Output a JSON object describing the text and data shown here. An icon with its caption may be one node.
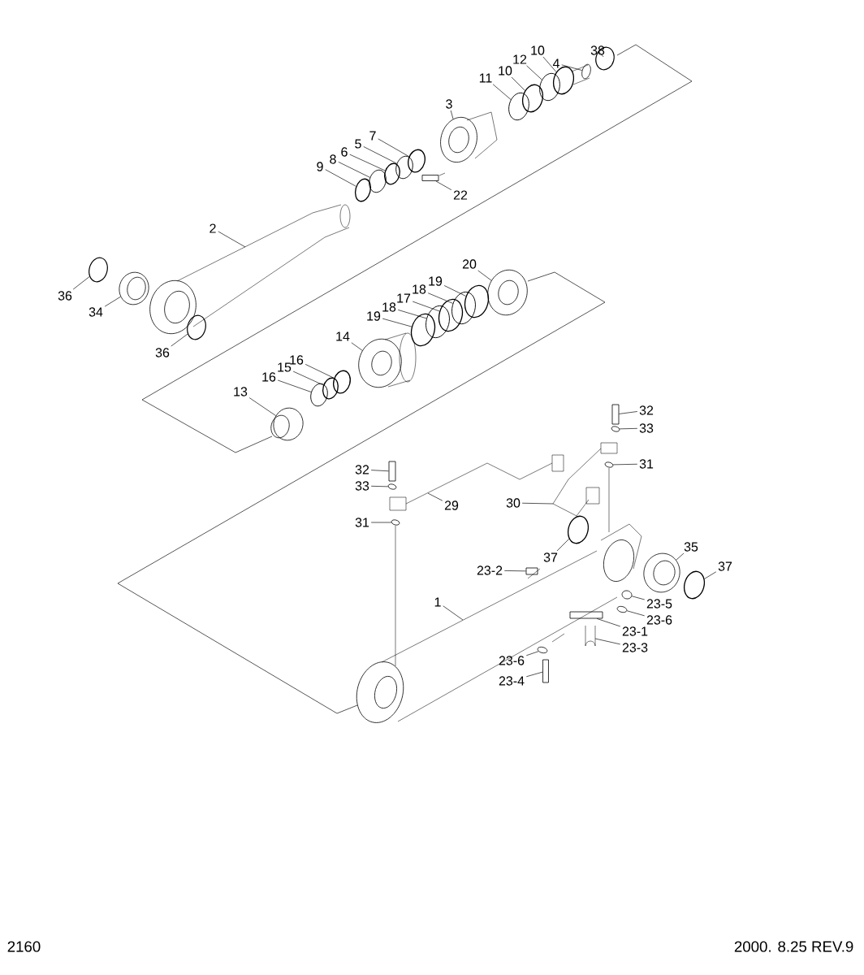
{
  "diagram": {
    "nodes": [
      {
        "text": [
          "38"
        ]
      },
      {
        "text": [
          "4"
        ]
      },
      {
        "text": [
          "10"
        ]
      },
      {
        "text": [
          "12"
        ]
      },
      {
        "text": [
          "10"
        ]
      },
      {
        "text": [
          "11"
        ]
      },
      {
        "text": [
          "3"
        ]
      },
      {
        "text": [
          "7"
        ]
      },
      {
        "text": [
          "5"
        ]
      },
      {
        "text": [
          "6"
        ]
      },
      {
        "text": [
          "8"
        ]
      },
      {
        "text": [
          "9"
        ]
      },
      {
        "text": [
          "22"
        ]
      },
      {
        "text": [
          "2"
        ]
      },
      {
        "text": [
          "36"
        ]
      },
      {
        "text": [
          "34"
        ]
      },
      {
        "text": [
          "36"
        ]
      },
      {
        "text": [
          "20"
        ]
      },
      {
        "text": [
          "19"
        ]
      },
      {
        "text": [
          "18"
        ]
      },
      {
        "text": [
          "17"
        ]
      },
      {
        "text": [
          "18"
        ]
      },
      {
        "text": [
          "19"
        ]
      },
      {
        "text": [
          "14"
        ]
      },
      {
        "text": [
          "16"
        ]
      },
      {
        "text": [
          "15"
        ]
      },
      {
        "text": [
          "16"
        ]
      },
      {
        "text": [
          "13"
        ]
      },
      {
        "text": [
          "32"
        ]
      },
      {
        "text": [
          "33"
        ]
      },
      {
        "text": [
          "31"
        ]
      },
      {
        "text": [
          "32"
        ]
      },
      {
        "text": [
          "33"
        ]
      },
      {
        "text": [
          "29"
        ]
      },
      {
        "text": [
          "30"
        ]
      },
      {
        "text": [
          "31"
        ]
      },
      {
        "text": [
          "37"
        ]
      },
      {
        "text": [
          "23-2"
        ]
      },
      {
        "text": [
          "35"
        ]
      },
      {
        "text": [
          "37"
        ]
      },
      {
        "text": [
          "1"
        ]
      },
      {
        "text": [
          "23-5"
        ]
      },
      {
        "text": [
          "23-6"
        ]
      },
      {
        "text": [
          "23-1"
        ]
      },
      {
        "text": [
          "23-3"
        ]
      },
      {
        "text": [
          "23-6"
        ]
      },
      {
        "text": [
          "23-4"
        ]
      },
      {
        "text": [],
        "shape": "circle"
      },
      {
        "text": [],
        "shape": "circle"
      },
      {
        "text": [],
        "shape": "circle"
      },
      {
        "text": [],
        "shape": "circle"
      },
      {
        "text": [],
        "shape": "circle"
      },
      {
        "text": [],
        "shape": "circle"
      },
      {
        "text": [],
        "shape": "circle"
      },
      {
        "text": [],
        "shape": "circle"
      },
      {
        "text": [],
        "shape": "circle"
      },
      {
        "text": [],
        "shape": "circle"
      },
      {
        "text": [],
        "shape": "circle"
      },
      {
        "text": [],
        "shape": "circle"
      },
      {
        "text": [],
        "shape": "box"
      },
      {
        "text": [],
        "shape": "circle"
      },
      {
        "text": [],
        "shape": "circle"
      },
      {
        "text": [],
        "shape": "circle"
      },
      {
        "text": [],
        "shape": "circle"
      },
      {
        "text": [],
        "shape": "circle"
      },
      {
        "text": [],
        "shape": "circle"
      },
      {
        "text": [],
        "shape": "circle"
      },
      {
        "text": [],
        "shape": "circle"
      },
      {
        "text": [],
        "shape": "circle"
      },
      {
        "text": [],
        "shape": "circle"
      },
      {
        "text": [],
        "shape": "circle"
      },
      {
        "text": [],
        "shape": "circle"
      },
      {
        "text": [],
        "shape": "circle"
      },
      {
        "text": [],
        "shape": "circle"
      },
      {
        "text": [],
        "shape": "bar"
      },
      {
        "text": [],
        "shape": "circle"
      },
      {
        "text": [],
        "shape": "circle"
      },
      {
        "text": [],
        "shape": "bar"
      },
      {
        "text": [],
        "shape": "circle"
      },
      {
        "text": [],
        "shape": "circle"
      },
      {
        "text": [],
        "shape": "circle"
      },
      {
        "text": [],
        "shape": "box"
      },
      {
        "text": [],
        "shape": "circle"
      },
      {
        "text": [],
        "shape": "circle"
      },
      {
        "text": [],
        "shape": "circle"
      },
      {
        "text": [],
        "shape": "circle"
      },
      {
        "text": [],
        "shape": "box"
      },
      {
        "text": [],
        "shape": "circle"
      },
      {
        "text": [],
        "shape": "bar"
      }
    ],
    "edges": [
      {
        "from": 0,
        "to": 47,
        "arrow": "none"
      },
      {
        "from": 1,
        "to": 48,
        "arrow": "none"
      },
      {
        "from": 2,
        "to": 49,
        "arrow": "none"
      },
      {
        "from": 3,
        "to": 50,
        "arrow": "none"
      },
      {
        "from": 4,
        "to": 51,
        "arrow": "none"
      },
      {
        "from": 5,
        "to": 52,
        "arrow": "none"
      },
      {
        "from": 6,
        "to": 53,
        "arrow": "none"
      },
      {
        "from": 7,
        "to": 54,
        "arrow": "none"
      },
      {
        "from": 8,
        "to": 55,
        "arrow": "none"
      },
      {
        "from": 9,
        "to": 56,
        "arrow": "none"
      },
      {
        "from": 10,
        "to": 57,
        "arrow": "none"
      },
      {
        "from": 11,
        "to": 58,
        "arrow": "none"
      },
      {
        "from": 12,
        "to": 59,
        "arrow": "none"
      },
      {
        "from": 13,
        "to": null,
        "arrow": "none"
      },
      {
        "from": 14,
        "to": 60,
        "arrow": "none"
      },
      {
        "from": 15,
        "to": 61,
        "arrow": "none"
      },
      {
        "from": 16,
        "to": 62,
        "arrow": "none"
      },
      {
        "from": 17,
        "to": 63,
        "arrow": "none"
      },
      {
        "from": 18,
        "to": 64,
        "arrow": "none"
      },
      {
        "from": 19,
        "to": 65,
        "arrow": "none"
      },
      {
        "from": 20,
        "to": 66,
        "arrow": "none"
      },
      {
        "from": 21,
        "to": 67,
        "arrow": "none"
      },
      {
        "from": 22,
        "to": 68,
        "arrow": "none"
      },
      {
        "from": 23,
        "to": 69,
        "arrow": "none"
      },
      {
        "from": 24,
        "to": 70,
        "arrow": "none"
      },
      {
        "from": 25,
        "to": 71,
        "arrow": "none"
      },
      {
        "from": 26,
        "to": 72,
        "arrow": "none"
      },
      {
        "from": 27,
        "to": 73,
        "arrow": "none"
      },
      {
        "from": 28,
        "to": 74,
        "arrow": "none"
      },
      {
        "from": 29,
        "to": 75,
        "arrow": "none"
      },
      {
        "from": 30,
        "to": 76,
        "arrow": "none"
      },
      {
        "from": 31,
        "to": 77,
        "arrow": "none"
      },
      {
        "from": 32,
        "to": 78,
        "arrow": "none"
      },
      {
        "from": 33,
        "to": null,
        "arrow": "none"
      },
      {
        "from": 34,
        "to": null,
        "arrow": "none"
      },
      {
        "from": 35,
        "to": 79,
        "arrow": "none"
      },
      {
        "from": 36,
        "to": 80,
        "arrow": "none"
      },
      {
        "from": 37,
        "to": 81,
        "arrow": "none"
      },
      {
        "from": 38,
        "to": 82,
        "arrow": "none"
      },
      {
        "from": 39,
        "to": 83,
        "arrow": "none"
      },
      {
        "from": 40,
        "to": null,
        "arrow": "none"
      },
      {
        "from": 41,
        "to": 84,
        "arrow": "none"
      },
      {
        "from": 42,
        "to": 85,
        "arrow": "none"
      },
      {
        "from": 43,
        "to": 86,
        "arrow": "none"
      },
      {
        "from": 44,
        "to": null,
        "arrow": "none"
      },
      {
        "from": 45,
        "to": 87,
        "arrow": "none"
      },
      {
        "from": 46,
        "to": 88,
        "arrow": "none"
      }
    ],
    "labels": [
      "2160",
      "2000. 8.25 REV.9"
    ]
  }
}
